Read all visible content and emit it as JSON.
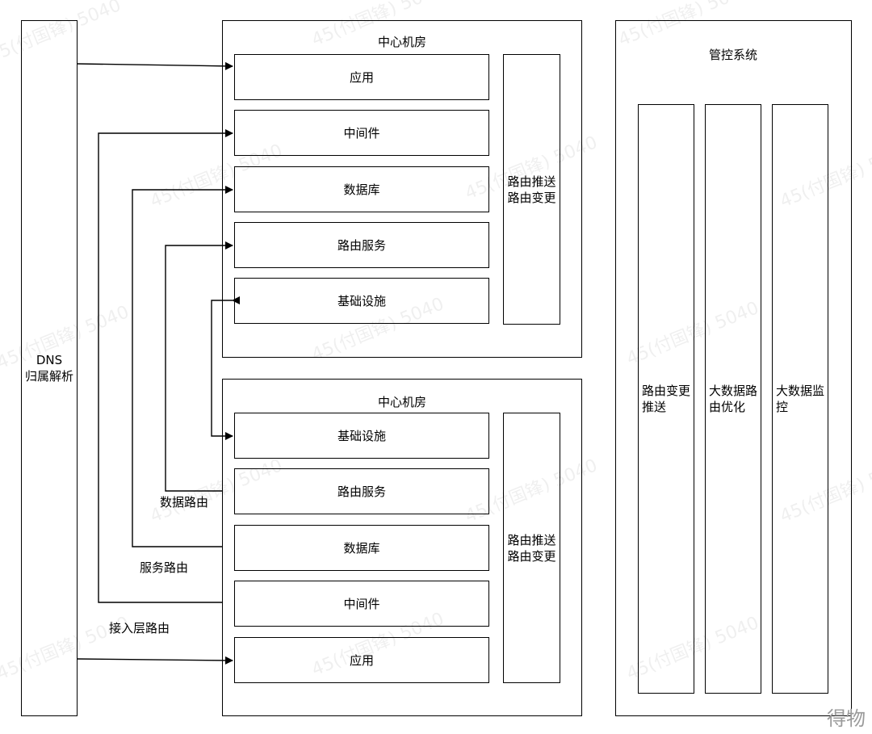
{
  "dns": {
    "line1": "DNS",
    "line2": "归属解析"
  },
  "room_top": {
    "title": "中心机房",
    "modules": [
      "应用",
      "中间件",
      "数据库",
      "路由服务",
      "基础设施"
    ],
    "side": "路由推送\n路由变更"
  },
  "room_bottom": {
    "title": "中心机房",
    "modules": [
      "基础设施",
      "路由服务",
      "数据库",
      "中间件",
      "应用"
    ],
    "side": "路由推送\n路由变更"
  },
  "control": {
    "title": "管控系统",
    "columns": [
      "路由变更\n推送",
      "大数据路\n由优化",
      "大数据监\n控"
    ]
  },
  "route_labels": {
    "data": "数据路由",
    "service": "服务路由",
    "access": "接入层路由"
  },
  "watermark": "45(付国锋) 5040",
  "brand": "得物"
}
